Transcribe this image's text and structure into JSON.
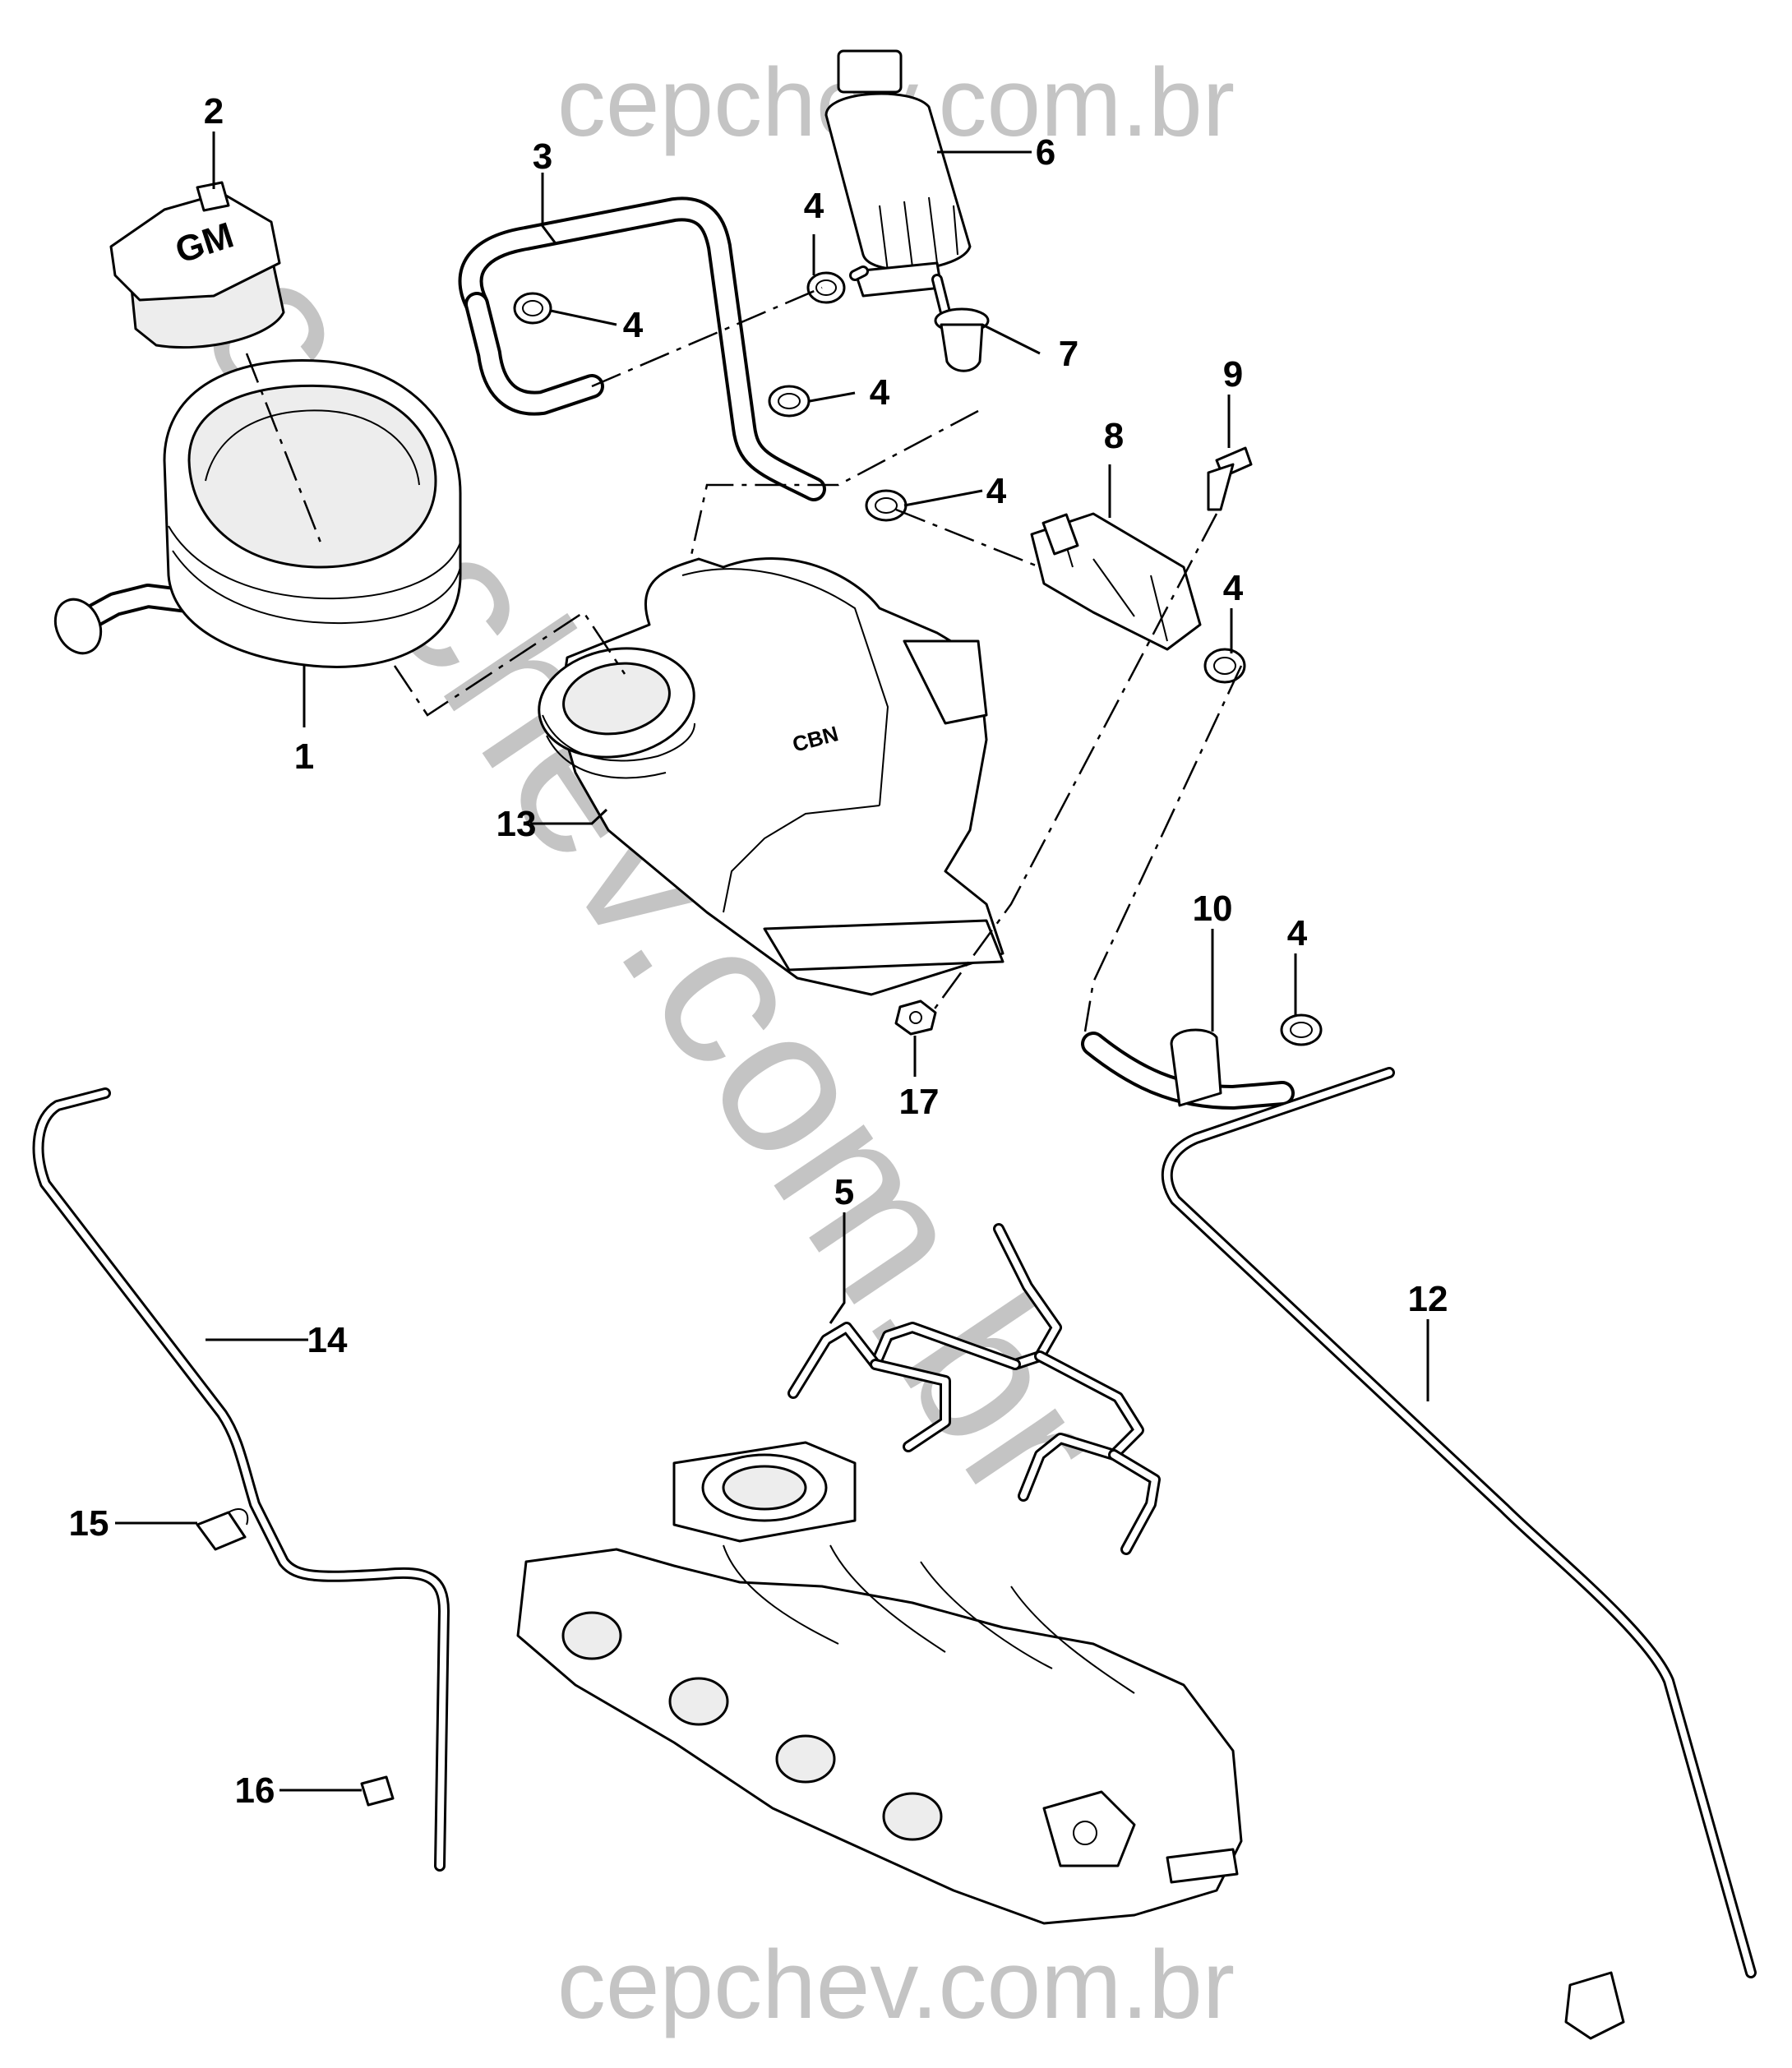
{
  "watermarks": {
    "top": "cepchev.com.br",
    "bottom": "cepchev.com.br",
    "diagonal": "cepchev.com.br"
  },
  "part_markings": {
    "cap_logo": "GM",
    "housing_code": "CBN"
  },
  "callouts": [
    {
      "id": "1",
      "label": "1"
    },
    {
      "id": "2",
      "label": "2"
    },
    {
      "id": "3",
      "label": "3"
    },
    {
      "id": "4a",
      "label": "4"
    },
    {
      "id": "4b",
      "label": "4"
    },
    {
      "id": "4c",
      "label": "4"
    },
    {
      "id": "4d",
      "label": "4"
    },
    {
      "id": "4e",
      "label": "4"
    },
    {
      "id": "4f",
      "label": "4"
    },
    {
      "id": "5",
      "label": "5"
    },
    {
      "id": "6",
      "label": "6"
    },
    {
      "id": "7",
      "label": "7"
    },
    {
      "id": "8",
      "label": "8"
    },
    {
      "id": "9",
      "label": "9"
    },
    {
      "id": "10",
      "label": "10"
    },
    {
      "id": "12",
      "label": "12"
    },
    {
      "id": "13",
      "label": "13"
    },
    {
      "id": "14",
      "label": "14"
    },
    {
      "id": "15",
      "label": "15"
    },
    {
      "id": "16",
      "label": "16"
    },
    {
      "id": "17",
      "label": "17"
    }
  ]
}
